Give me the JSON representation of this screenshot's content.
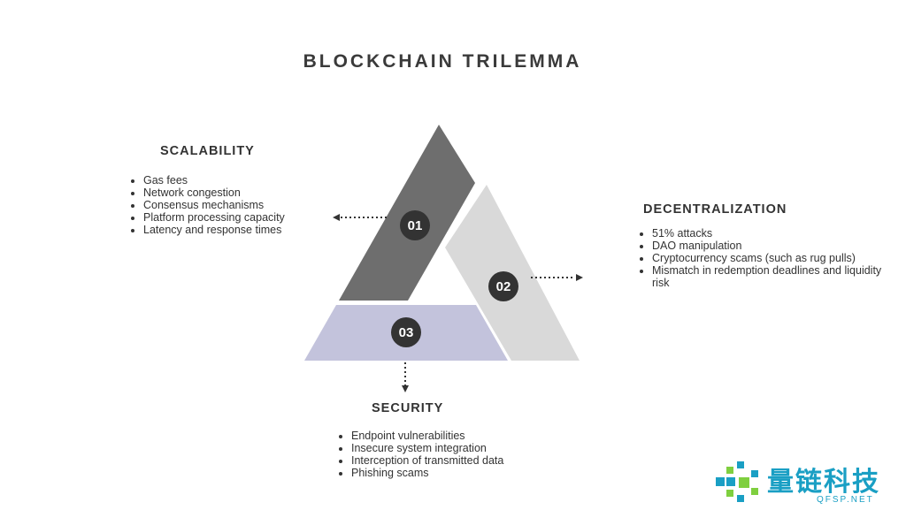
{
  "title": "BLOCKCHAIN TRILEMMA",
  "segments": [
    {
      "id": "01",
      "heading": "SCALABILITY",
      "color": "#6e6e6e",
      "items": [
        "Gas fees",
        "Network congestion",
        "Consensus mechanisms",
        "Platform processing capacity",
        "Latency and response times"
      ]
    },
    {
      "id": "02",
      "heading": "DECENTRALIZATION",
      "color": "#d9d9d9",
      "items": [
        "51% attacks",
        "DAO manipulation",
        "Cryptocurrency scams (such as rug pulls)",
        "Mismatch in redemption deadlines and liquidity risk"
      ]
    },
    {
      "id": "03",
      "heading": "SECURITY",
      "color": "#c3c3dc",
      "items": [
        "Endpoint vulnerabilities",
        "Insecure system integration",
        "Interception of transmitted data",
        "Phishing scams"
      ]
    }
  ],
  "badge_color": "#333333",
  "watermark": {
    "text": "量链科技",
    "sub": "QFSP.NET",
    "color": "#1a9fc4"
  }
}
